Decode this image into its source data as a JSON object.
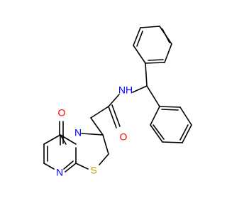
{
  "molecule": {
    "atoms": {
      "O_ring": {
        "symbol": "O",
        "color": "#ff0000"
      },
      "N_ring": {
        "symbol": "N",
        "color": "#0000ff"
      },
      "N_pyrim": {
        "symbol": "N",
        "color": "#0000ff"
      },
      "S": {
        "symbol": "S",
        "color": "#b2a000"
      },
      "O_amide": {
        "symbol": "O",
        "color": "#ff0000"
      },
      "NH": {
        "symbol": "NH",
        "color": "#0000ff"
      }
    },
    "bond_color": "#000000"
  }
}
